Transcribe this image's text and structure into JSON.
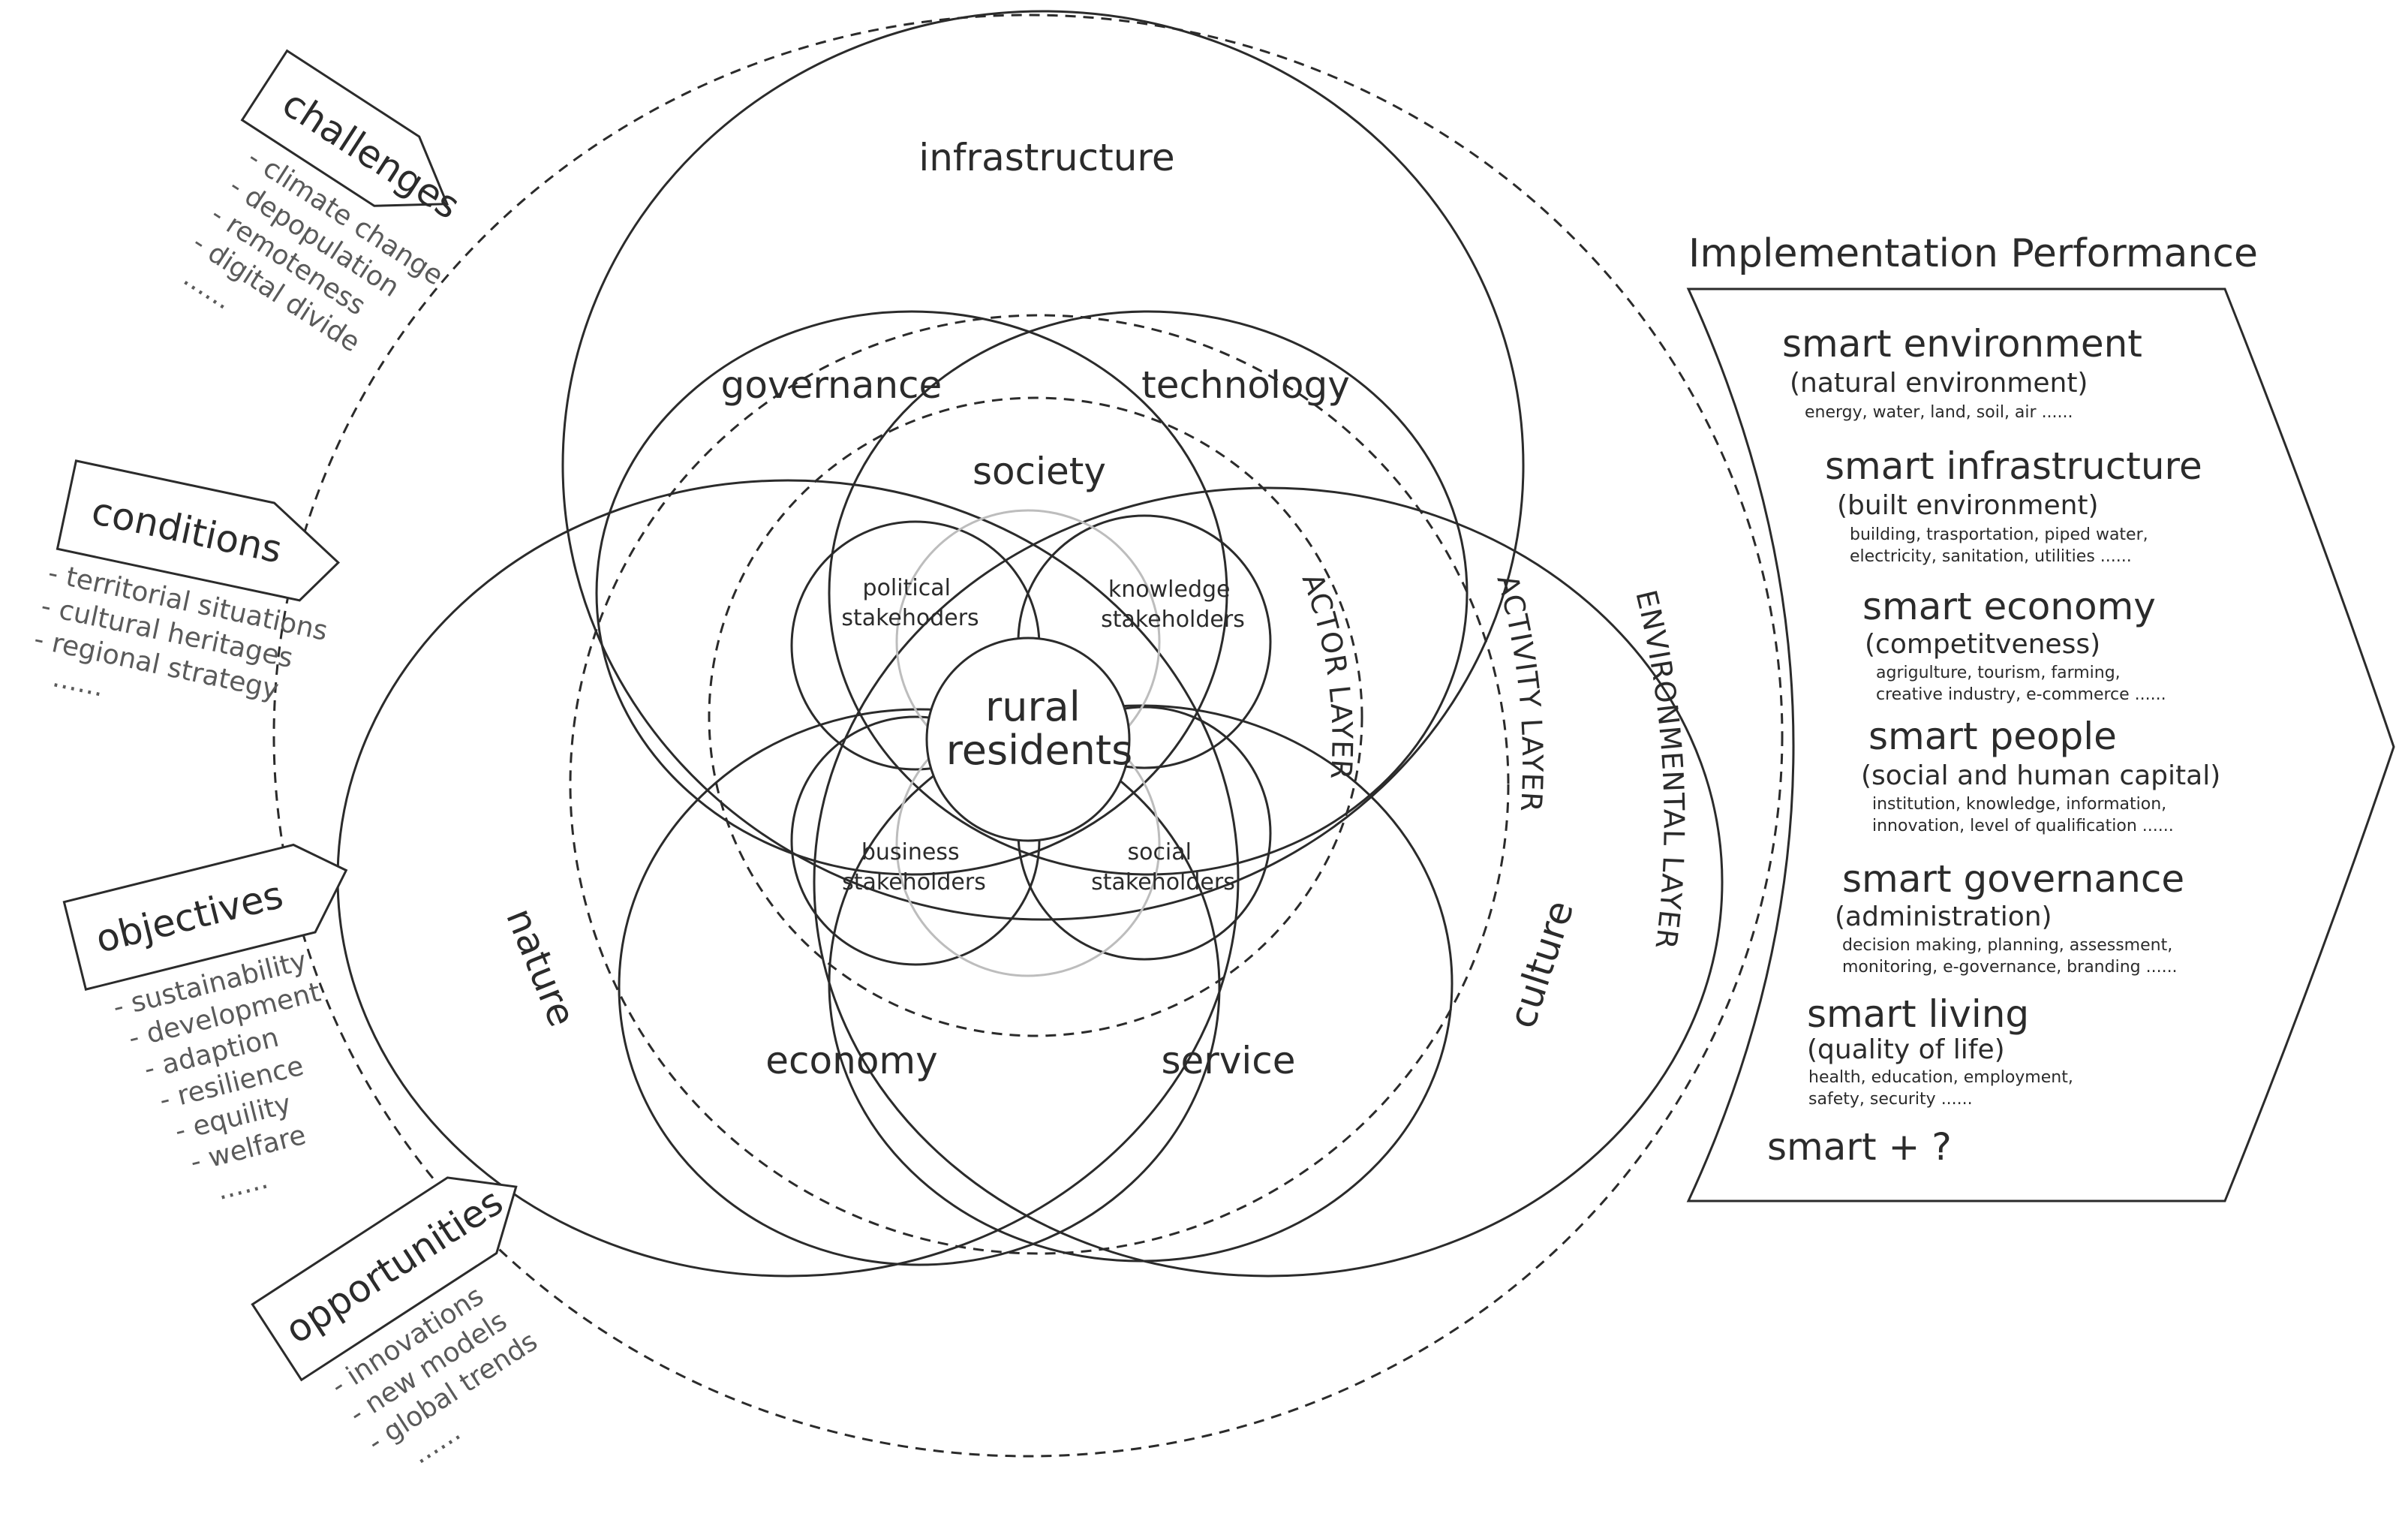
{
  "layers": {
    "environmental": "ENVIRONMENTAL LAYER",
    "activity": "ACTIVITY LAYER",
    "actor": "ACTOR LAYER"
  },
  "environment_elements": {
    "infrastructure": "infrastructure",
    "nature": "nature",
    "culture": "culture"
  },
  "activity_elements": {
    "governance": "governance",
    "technology": "technology",
    "economy": "economy",
    "service": "service"
  },
  "actor_elements": {
    "society": "society",
    "political": [
      "political",
      "stakehoders"
    ],
    "knowledge": [
      "knowledge",
      "stakeholders"
    ],
    "business": [
      "business",
      "stakeholders"
    ],
    "social": [
      "social",
      "stakeholders"
    ],
    "core": [
      "rural",
      "residents"
    ]
  },
  "side_groups": [
    {
      "title": "challenges",
      "items": [
        "- climate change",
        "- depopulation",
        "- remoteness",
        "- digital divide",
        "......"
      ]
    },
    {
      "title": "conditions",
      "items": [
        "- territorial situations",
        "- cultural heritages",
        "- regional strategy",
        "......"
      ]
    },
    {
      "title": "objectives",
      "items": [
        "- sustainability",
        "- development",
        "- adaption",
        "- resilience",
        "- equility",
        "- welfare",
        "......"
      ]
    },
    {
      "title": "opportunities",
      "items": [
        "- innovations",
        "- new models",
        "- global trends",
        "......"
      ]
    }
  ],
  "implementation": {
    "title": "Implementation Performance",
    "items": [
      {
        "heading": "smart environment",
        "sub": "(natural environment)",
        "details": [
          "energy, water, land, soil, air ......"
        ]
      },
      {
        "heading": "smart infrastructure",
        "sub": "(built environment)",
        "details": [
          "building, trasportation, piped water,",
          "electricity, sanitation, utilities ......"
        ]
      },
      {
        "heading": "smart economy",
        "sub": "(competitveness)",
        "details": [
          "agrigulture, tourism, farming,",
          "creative industry, e-commerce ......"
        ]
      },
      {
        "heading": "smart people",
        "sub": "(social and human capital)",
        "details": [
          "institution, knowledge, information,",
          "innovation, level of qualification ......"
        ]
      },
      {
        "heading": "smart governance",
        "sub": "(administration)",
        "details": [
          "decision making, planning, assessment,",
          "monitoring, e-governance, branding ......"
        ]
      },
      {
        "heading": "smart living",
        "sub": "(quality of life)",
        "details": [
          "health, education, employment,",
          "safety, security ......"
        ]
      }
    ],
    "extra": "smart + ?"
  }
}
